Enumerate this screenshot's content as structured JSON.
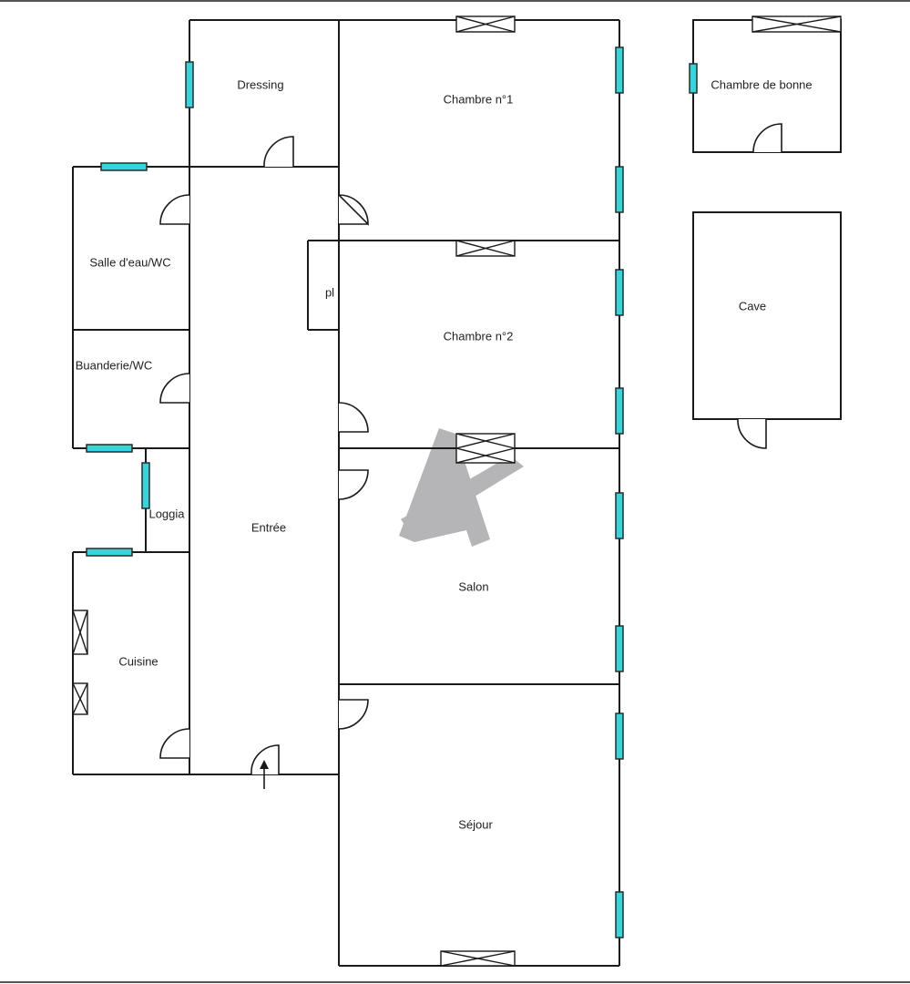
{
  "rooms": {
    "dressing": "Dressing",
    "chambre1": "Chambre n°1",
    "chambre_bonne": "Chambre de bonne",
    "salle_eau": "Salle d'eau/WC",
    "pl": "pl",
    "chambre2": "Chambre n°2",
    "cave": "Cave",
    "buanderie": "Buanderie/WC",
    "loggia": "Loggia",
    "entree": "Entrée",
    "salon": "Salon",
    "cuisine": "Cuisine",
    "sejour": "Séjour"
  },
  "colors": {
    "wall": "#1a1a1a",
    "window": "#33d6dc",
    "watermark": "#b5b5b8"
  },
  "icons": {
    "watermark": "logo-watermark",
    "entrance": "entrance-arrow-icon"
  }
}
